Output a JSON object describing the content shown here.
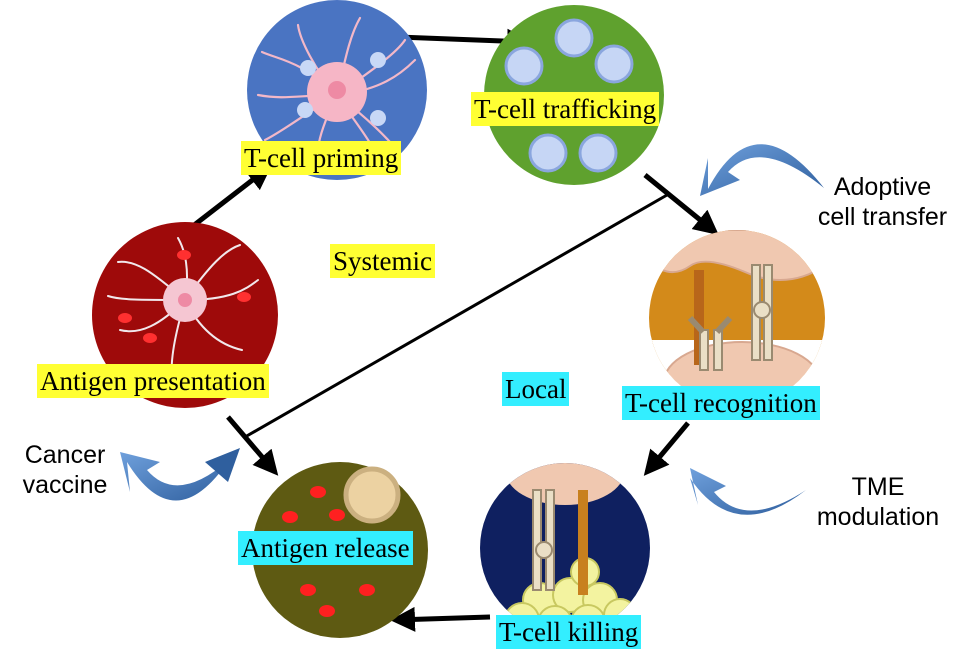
{
  "stages": {
    "priming": "T-cell priming",
    "trafficking": "T-cell trafficking",
    "recognition": "T-cell recognition",
    "killing": "T-cell killing",
    "release": "Antigen release",
    "presentation": "Antigen presentation"
  },
  "regions": {
    "systemic": "Systemic",
    "local": "Local"
  },
  "interventions": {
    "adoptive_line1": "Adoptive",
    "adoptive_line2": "cell transfer",
    "vaccine_line1": "Cancer",
    "vaccine_line2": "vaccine",
    "tme_line1": "TME",
    "tme_line2": "modulation"
  },
  "colors": {
    "systemic_highlight": "#ffff33",
    "local_highlight": "#33eeff",
    "arrow": "#000000",
    "curved_arrow": "#3a6fb5"
  }
}
